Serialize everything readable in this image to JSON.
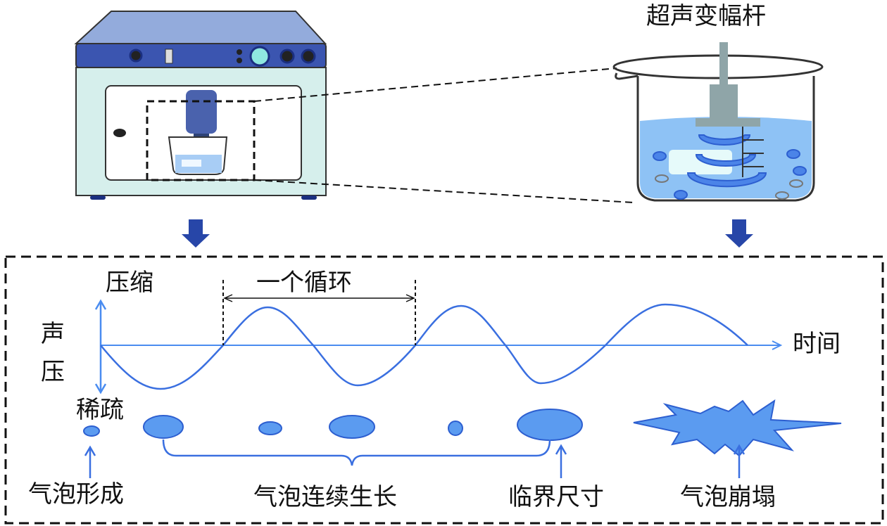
{
  "top": {
    "horn_label": "超声变幅杆"
  },
  "graph": {
    "compression": "压缩",
    "pressure_1": "声",
    "pressure_2": "压",
    "rarefaction": "稀疏",
    "cycle": "一个循环",
    "time": "时间"
  },
  "stages": {
    "formation": "气泡形成",
    "growth": "气泡连续生长",
    "critical": "临界尺寸",
    "collapse": "气泡崩塌"
  },
  "colors": {
    "wave": "#3a6fe0",
    "bubble": "#5b9bf0",
    "arrow": "#2746a8",
    "device": "#3b55b0"
  }
}
